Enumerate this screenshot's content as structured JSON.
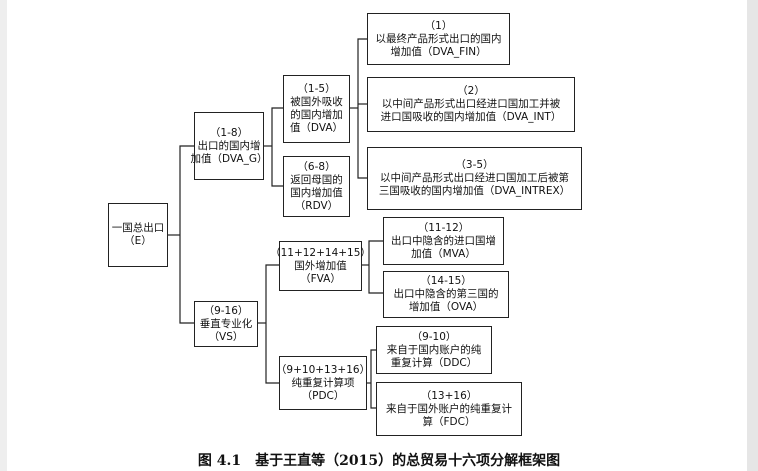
{
  "diagram": {
    "nodes": {
      "total_export": {
        "lines": [
          "一国总出口",
          "（E）"
        ]
      },
      "dva_g": {
        "lines": [
          "（1-8）",
          "出口的国内增",
          "加值（DVA_G）"
        ]
      },
      "vs": {
        "lines": [
          "（9-16）",
          "垂直专业化",
          "（VS）"
        ]
      },
      "dva": {
        "lines": [
          "（1-5）",
          "被国外吸收",
          "的国内增加",
          "值（DVA）"
        ]
      },
      "rdv": {
        "lines": [
          "（6-8）",
          "返回母国的",
          "国内增加值",
          "（RDV）"
        ]
      },
      "fva": {
        "lines": [
          "（11+12+14+15）",
          "国外增加值",
          "（FVA）"
        ]
      },
      "pdc": {
        "lines": [
          "（9+10+13+16）",
          "纯重复计算项",
          "（PDC）"
        ]
      },
      "dva_fin": {
        "lines": [
          "（1）",
          "以最终产品形式出口的国内",
          "增加值（DVA_FIN）"
        ]
      },
      "dva_int": {
        "lines": [
          "（2）",
          "以中间产品形式出口经进口国加工并被",
          "进口国吸收的国内增加值（DVA_INT）"
        ]
      },
      "dva_intrex": {
        "lines": [
          "（3-5）",
          "以中间产品形式出口经进口国加工后被第",
          "三国吸收的国内增加值（DVA_INTREX）"
        ]
      },
      "mva": {
        "lines": [
          "（11-12）",
          "出口中隐含的进口国增",
          "加值（MVA）"
        ]
      },
      "ova": {
        "lines": [
          "（14-15）",
          "出口中隐含的第三国的",
          "增加值（OVA）"
        ]
      },
      "ddc": {
        "lines": [
          "（9-10）",
          "来自于国内账户的纯",
          "重复计算（DDC）"
        ]
      },
      "fdc": {
        "lines": [
          "（13+16）",
          "来自于国外账户的纯重复计",
          "算（FDC）"
        ]
      }
    },
    "line_color": "#222222"
  },
  "caption": "图 4.1　基于王直等（2015）的总贸易十六项分解框架图"
}
